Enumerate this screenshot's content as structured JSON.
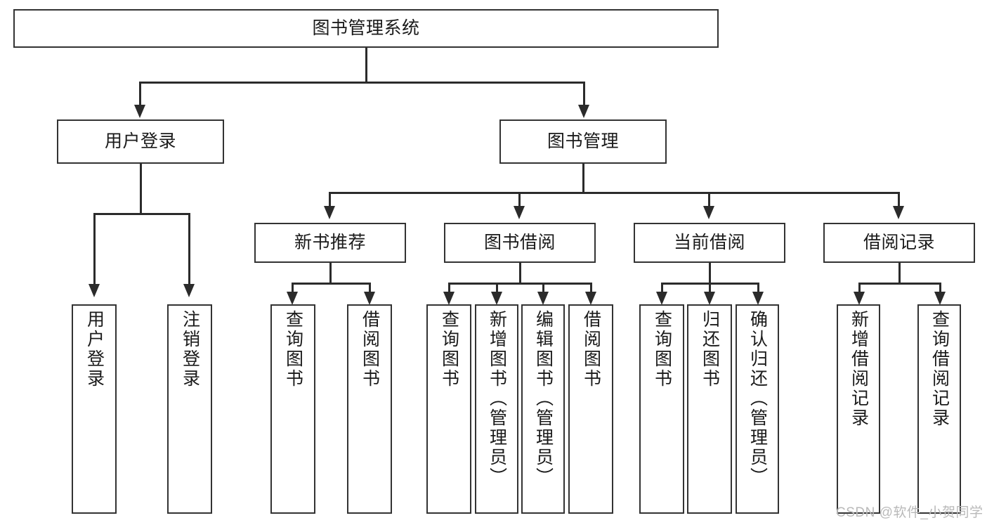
{
  "diagram": {
    "type": "hierarchy-tree",
    "title": "图书管理系统",
    "watermark": "CSDN @软件_小贺同学",
    "colors": {
      "box_border": "#333333",
      "connector": "#2b2b2b",
      "background": "#ffffff",
      "text": "#1a1a1a",
      "watermark": "#b9b9b9"
    },
    "root": {
      "label": "图书管理系统"
    },
    "level1": [
      {
        "label": "用户登录"
      },
      {
        "label": "图书管理"
      }
    ],
    "level2": [
      {
        "label": "新书推荐"
      },
      {
        "label": "图书借阅"
      },
      {
        "label": "当前借阅"
      },
      {
        "label": "借阅记录"
      }
    ],
    "leaves": {
      "user_login": [
        {
          "label": "用户登录"
        },
        {
          "label": "注销登录"
        }
      ],
      "new_book": [
        {
          "label": "查询图书"
        },
        {
          "label": "借阅图书"
        }
      ],
      "book_borrow": [
        {
          "label": "查询图书"
        },
        {
          "label": "新增图书（管理员）"
        },
        {
          "label": "编辑图书（管理员）"
        },
        {
          "label": "借阅图书"
        }
      ],
      "current_borrow": [
        {
          "label": "查询图书"
        },
        {
          "label": "归还图书"
        },
        {
          "label": "确认归还（管理员）"
        }
      ],
      "borrow_record": [
        {
          "label": "新增借阅记录"
        },
        {
          "label": "查询借阅记录"
        }
      ]
    }
  }
}
